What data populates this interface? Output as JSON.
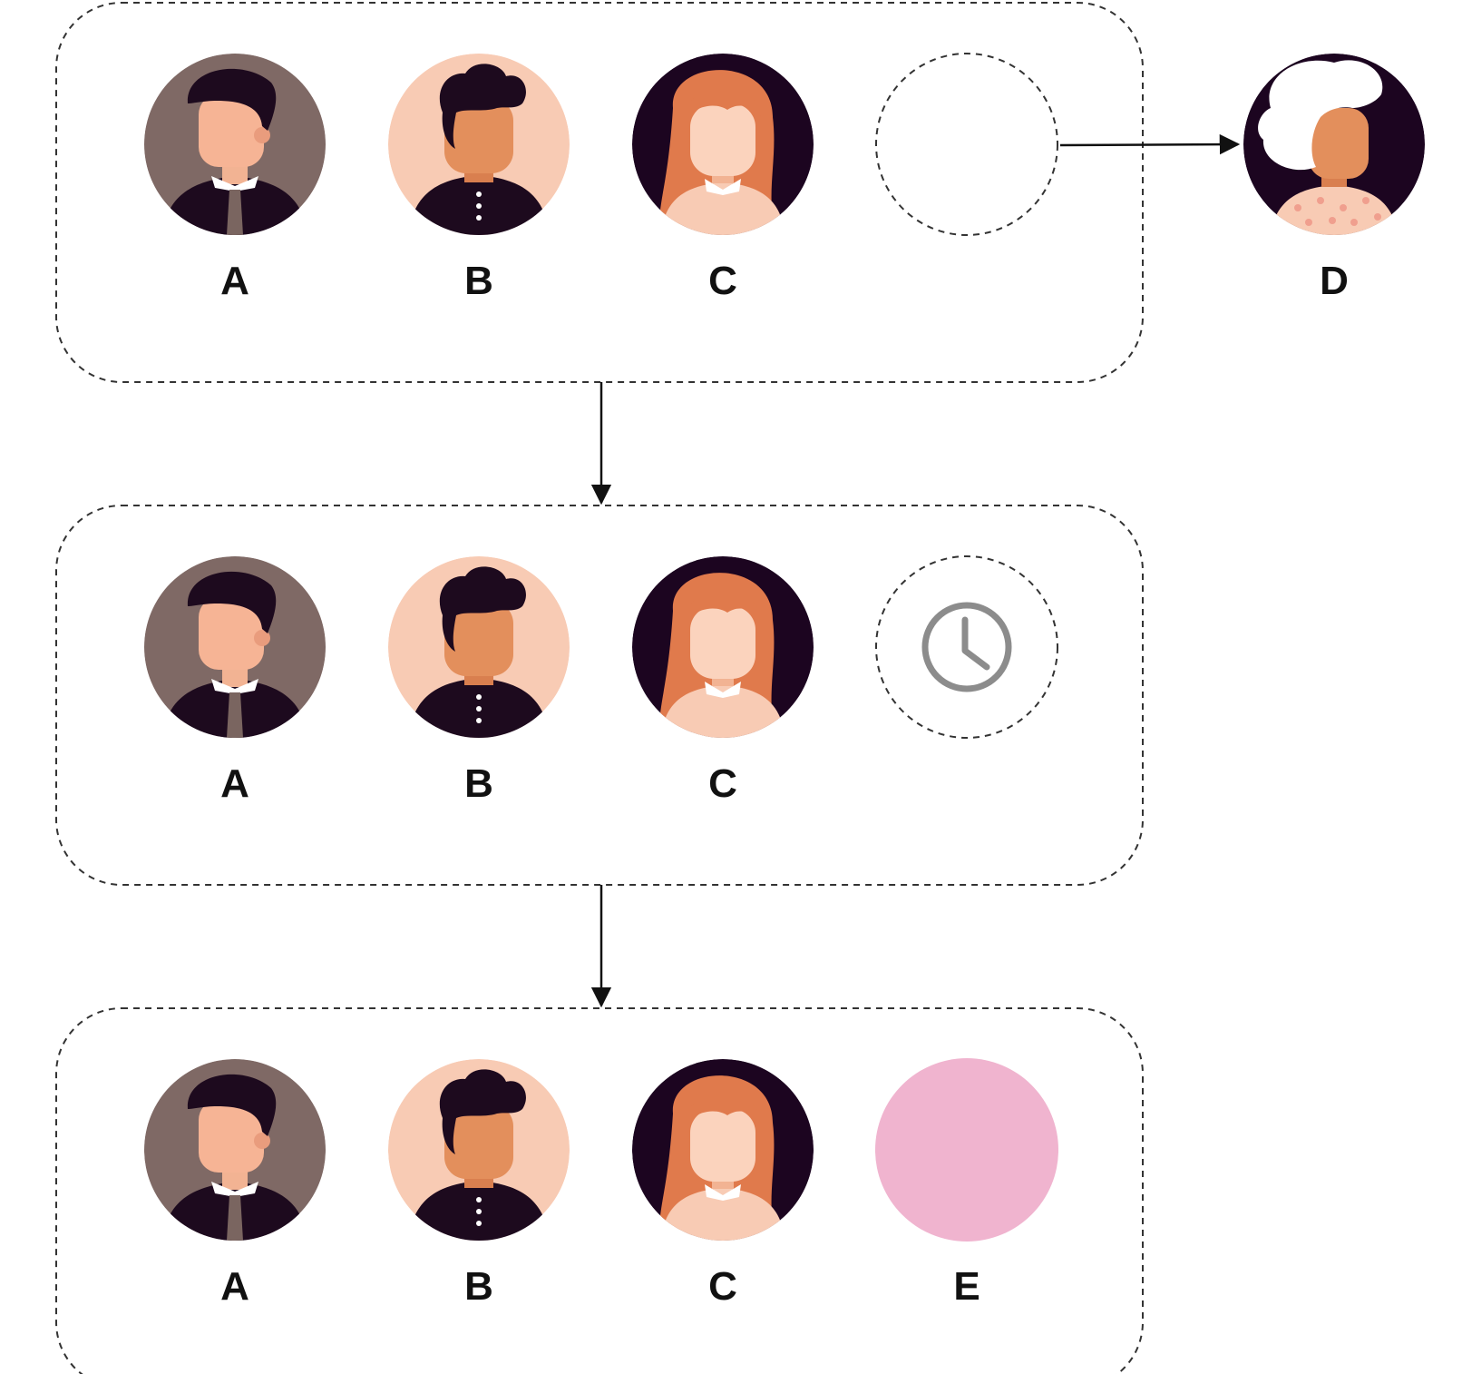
{
  "diagram": {
    "groups": [
      {
        "name": "group-initial",
        "members": [
          {
            "label": "A",
            "avatar": "man-with-tie"
          },
          {
            "label": "B",
            "avatar": "man-curly-hair"
          },
          {
            "label": "C",
            "avatar": "woman-red-hair"
          },
          {
            "label": "",
            "avatar": "empty-slot"
          }
        ]
      },
      {
        "name": "group-waiting",
        "members": [
          {
            "label": "A",
            "avatar": "man-with-tie"
          },
          {
            "label": "B",
            "avatar": "man-curly-hair"
          },
          {
            "label": "C",
            "avatar": "woman-red-hair"
          },
          {
            "label": "",
            "avatar": "clock-icon"
          }
        ]
      },
      {
        "name": "group-replaced",
        "members": [
          {
            "label": "A",
            "avatar": "man-with-tie"
          },
          {
            "label": "B",
            "avatar": "man-curly-hair"
          },
          {
            "label": "C",
            "avatar": "woman-red-hair"
          },
          {
            "label": "E",
            "avatar": "pink-circle"
          }
        ]
      }
    ],
    "departed": {
      "label": "D",
      "avatar": "woman-white-hair"
    },
    "colors": {
      "border": "#333333",
      "arrow": "#111111",
      "avatar_a_bg": "#7a6560",
      "avatar_b_bg": "#f8cbb4",
      "avatar_c_bg": "#1c0520",
      "avatar_d_bg": "#1c0520",
      "avatar_e_fill": "#f0b4cf",
      "clock": "#8c8c8c"
    }
  }
}
